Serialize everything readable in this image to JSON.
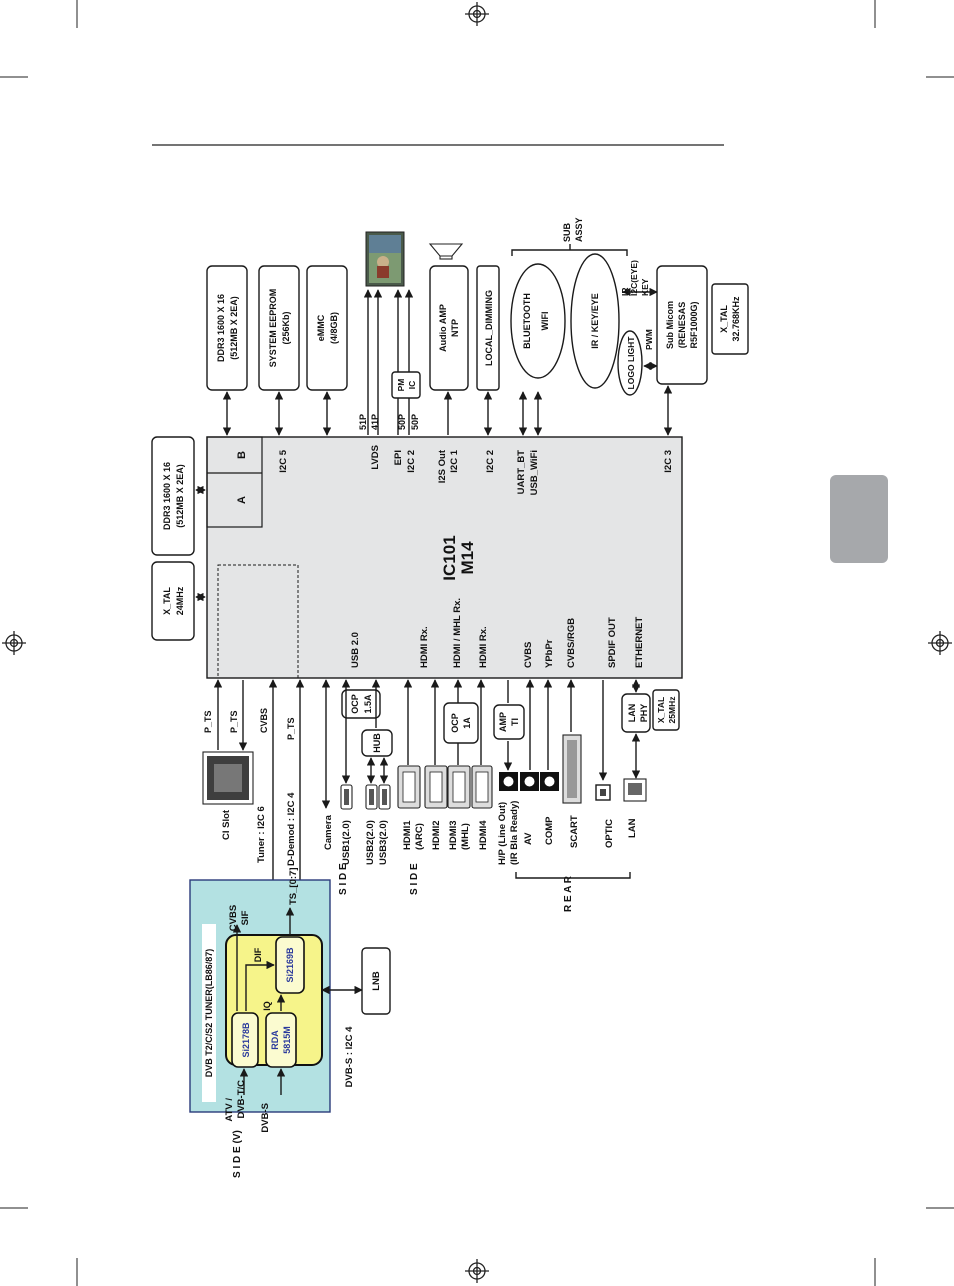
{
  "ic101": {
    "name": "IC101",
    "model": "M14"
  },
  "memory": {
    "ddr3_a": "DDR3 1600 X 16",
    "ddr3_a_cap": "(512MB X 2EA)",
    "ddr3_b": "DDR3 1600 X 16",
    "ddr3_b_cap": "(512MB X 2EA)",
    "eeprom": "SYSTEM EEPROM",
    "eeprom_cap": "(256Kb)",
    "emmc": "eMMC",
    "emmc_cap": "(4/8GB)",
    "bank_a": "A",
    "bank_b": "B"
  },
  "xtal_main": {
    "name": "X_TAL",
    "freq": "24MHz"
  },
  "xtal_sub": {
    "name": "X_TAL",
    "freq": "32.768KHz"
  },
  "xtal_lan": {
    "name": "X_TAL",
    "freq": "25MHz"
  },
  "panel": {
    "lvds_51": "51P",
    "lvds_41": "41P",
    "epi_50a": "50P",
    "epi_50b": "50P",
    "pmic_1": "PM",
    "pmic_2": "IC"
  },
  "audio": {
    "amp_1": "Audio AMP",
    "amp_2": "NTP",
    "local_dimming": "LOCAL_DIMMING"
  },
  "wireless": {
    "bt_1": "BLUETOOTH",
    "bt_2": "WIFI",
    "ir": "IR / KEY/EYE",
    "sub_1": "SUB",
    "sub_2": "ASSY",
    "logo": "LOGO LIGHT",
    "pwm": "PWM",
    "ir_sig": "IR",
    "i2c_eye": "I2C(EYE)",
    "key": "KEY"
  },
  "submicom": {
    "l1": "Sub Micom",
    "l2": "(RENESAS",
    "l3": "R5F1000G)"
  },
  "soc_pins": {
    "i2c5": "I2C 5",
    "lvds": "LVDS",
    "epi": "EPI",
    "i2c2a": "I2C 2",
    "i2s_out": "I2S Out",
    "i2c1": "I2C 1",
    "i2c2b": "I2C 2",
    "uart_bt": "UART_BT",
    "usb_wifi": "USB_WiFi",
    "i2c3": "I2C 3",
    "usb20": "USB 2.0",
    "hdmi_rx1": "HDMI Rx.",
    "hdmi_mhl": "HDMI / MHL Rx.",
    "hdmi_rx2": "HDMI Rx.",
    "cvbs": "CVBS",
    "ypbpr": "YPbPr",
    "cvbs_rgb": "CVBS/RGB",
    "spdif": "SPDIF OUT",
    "ethernet": "ETHERNET"
  },
  "signals": {
    "p_ts1": "P_TS",
    "p_ts2": "P_TS",
    "cvbs": "CVBS",
    "p_ts3": "P_TS",
    "tuner_i2c": "Tuner : I2C 6",
    "ddemod_i2c": "D-Demod : I2C 4",
    "dvbs_i2c": "DVB-S : I2C 4"
  },
  "blocks": {
    "ocp15": "OCP",
    "ocp15b": "1.5A",
    "hub": "HUB",
    "ocp1": "OCP",
    "ocp1b": "1A",
    "amp": "AMP",
    "ti": "TI",
    "lan_phy1": "LAN",
    "lan_phy2": "PHY"
  },
  "connectors": {
    "ci_slot": "CI Slot",
    "camera": "Camera",
    "usb1": "USB1(2.0)",
    "usb2": "USB2(2.0)",
    "usb3": "USB3(2.0)",
    "hdmi1": "HDMI1",
    "hdmi1_arc": "(ARC)",
    "hdmi2": "HDMI2",
    "hdmi3": "HDMI3",
    "hdmi3_mhl": "(MHL)",
    "hdmi4": "HDMI4",
    "hp": "H/P (Line Out)",
    "ir_bla": "(IR Bla Ready)",
    "av": "AV",
    "comp": "COMP",
    "scart": "SCART",
    "optic": "OPTIC",
    "lan": "LAN"
  },
  "groups": {
    "side1": "S I D E",
    "side2": "S I D E",
    "rear": "R E A R",
    "side_v": "S I D E (V)"
  },
  "tuner": {
    "title": "DVB T2/C/S2 TUNER(LB86/87)",
    "cvbs": "CVBS",
    "sif": "SIF",
    "ts": "TS_[0:7]",
    "si2178b": "Si2178B",
    "si2169b": "Si2169B",
    "rda": "RDA",
    "rda_model": "5815M",
    "dif": "DIF",
    "iq": "IQ",
    "atv": "ATV /",
    "dvbtc": "DVB-T/C",
    "dvbs": "DVB-S",
    "lnb": "LNB"
  }
}
